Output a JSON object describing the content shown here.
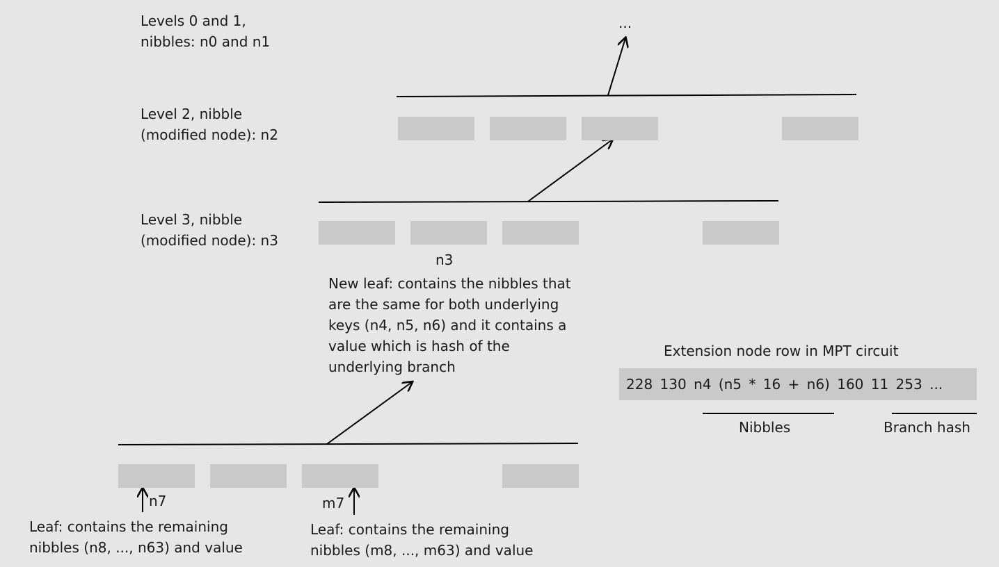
{
  "levels": {
    "level01": [
      "Levels 0 and 1,",
      "nibbles: n0 and n1"
    ],
    "level2": [
      "Level 2, nibble",
      "(modified node): n2"
    ],
    "level3": [
      "Level 3, nibble",
      "(modified node): n3"
    ]
  },
  "top_ellipsis": "...",
  "n3_label": "n3",
  "new_leaf_text": [
    "New leaf: contains the nibbles that",
    "are the same for both underlying",
    "keys (n4, n5, n6) and it contains a",
    "value which is hash of the",
    "underlying branch"
  ],
  "extension": {
    "title": "Extension node row in MPT circuit",
    "values": "228  130  n4  (n5 * 16 + n6)  160  11  253 ...",
    "nibbles_label": "Nibbles",
    "branch_hash_label": "Branch hash"
  },
  "n7_label": "n7",
  "m7_label": "m7",
  "leaf1_text": [
    "Leaf: contains the remaining",
    "nibbles (n8, ..., n63) and value"
  ],
  "leaf2_text": [
    "Leaf: contains the remaining",
    "nibbles (m8, ..., m63) and value"
  ],
  "colors": {
    "background": "#e6e6e6",
    "cell": "#c9c9c9",
    "line": "#000000"
  }
}
